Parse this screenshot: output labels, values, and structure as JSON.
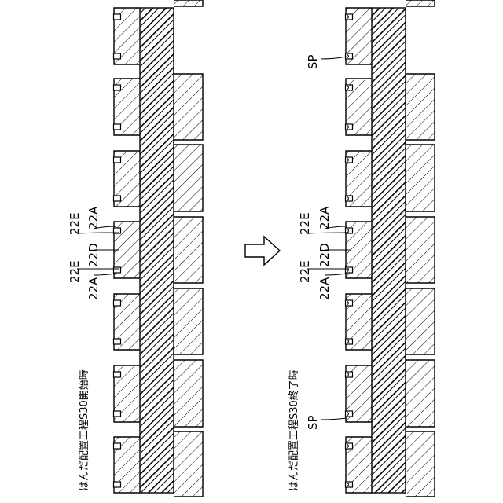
{
  "left_panel": {
    "caption": "はんだ配置工程S30開始時",
    "labels": [
      "22E",
      "22D",
      "22A",
      "22E",
      "22A"
    ]
  },
  "right_panel": {
    "caption": "はんだ配置工程S30終了時",
    "labels": [
      "22E",
      "22D",
      "22A",
      "22E",
      "22A",
      "SP",
      "SP"
    ]
  },
  "arrow": {
    "direction": "right",
    "icon": "block-arrow-right-icon"
  },
  "colors": {
    "ink": "#000000",
    "paper": "#ffffff"
  }
}
